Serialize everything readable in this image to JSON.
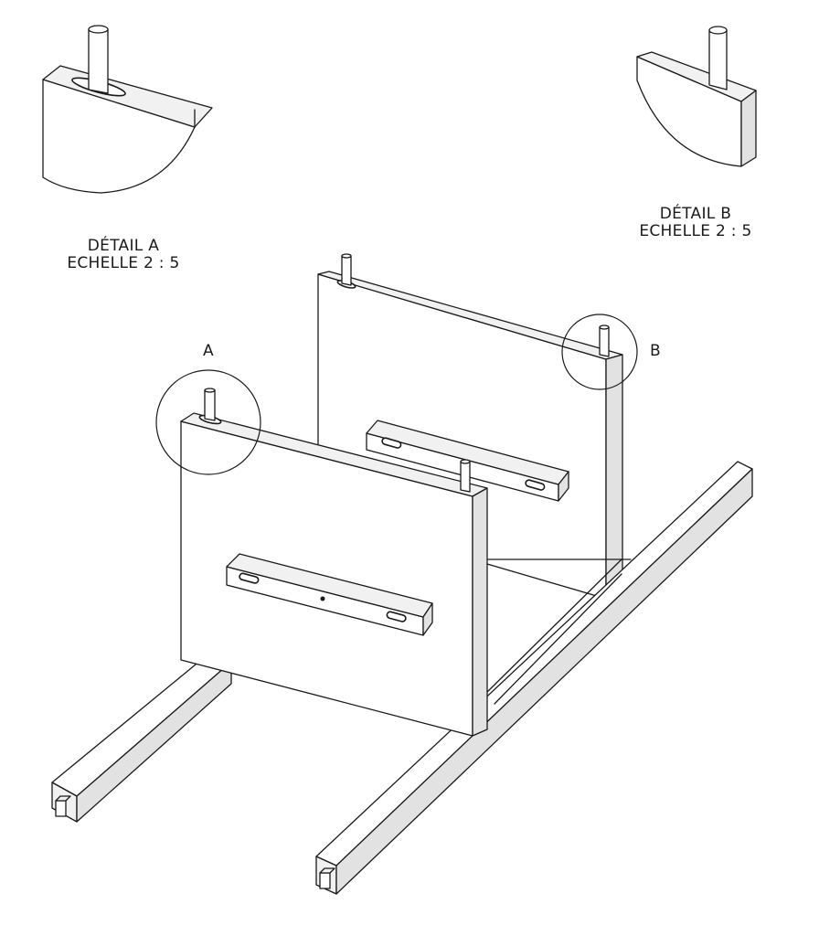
{
  "detail_a": {
    "title": "DÉTAIL A",
    "scale": "ECHELLE 2 : 5"
  },
  "detail_b": {
    "title": "DÉTAIL B",
    "scale": "ECHELLE 2 : 5"
  },
  "callouts": {
    "a": "A",
    "b": "B"
  }
}
